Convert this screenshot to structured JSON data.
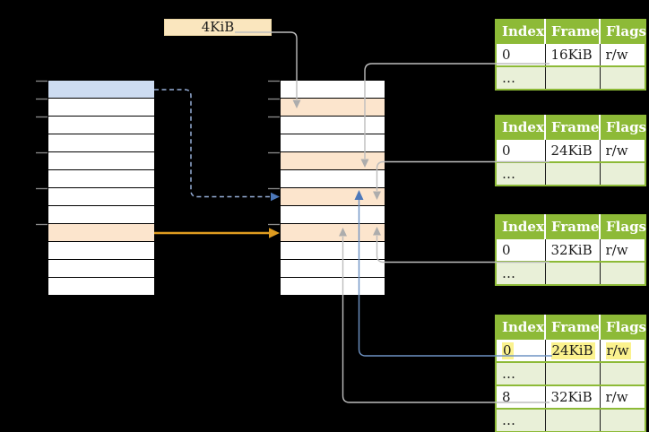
{
  "diagram": {
    "frame_size_label": "4KiB",
    "colors": {
      "background": "#000000",
      "virtual_page_highlight_blue": "#CDDCF1",
      "frame_highlight_orange": "#FCE5CD",
      "label_box_cream": "#FAE6BE",
      "table_header_green": "#8DBA37",
      "table_alt_row_green": "#E9F0D8",
      "selected_entry_yellow": "#FBF28E",
      "mapping_arrow_orange": "#DF9C20",
      "translation_arrow_blue": "#4C78BA",
      "leader_line_gray": "#BDBDBD"
    }
  },
  "page_tables": [
    {
      "headers": [
        "Index",
        "Frame",
        "Flags"
      ],
      "rows": [
        {
          "index": "0",
          "frame": "16KiB",
          "flags": "r/w"
        },
        {
          "index": "…",
          "frame": "",
          "flags": ""
        }
      ]
    },
    {
      "headers": [
        "Index",
        "Frame",
        "Flags"
      ],
      "rows": [
        {
          "index": "0",
          "frame": "24KiB",
          "flags": "r/w"
        },
        {
          "index": "…",
          "frame": "",
          "flags": ""
        }
      ]
    },
    {
      "headers": [
        "Index",
        "Frame",
        "Flags"
      ],
      "rows": [
        {
          "index": "0",
          "frame": "32KiB",
          "flags": "r/w"
        },
        {
          "index": "…",
          "frame": "",
          "flags": ""
        }
      ]
    },
    {
      "headers": [
        "Index",
        "Frame",
        "Flags"
      ],
      "rows": [
        {
          "index": "0",
          "frame": "24KiB",
          "flags": "r/w"
        },
        {
          "index": "…",
          "frame": "",
          "flags": ""
        },
        {
          "index": "8",
          "frame": "32KiB",
          "flags": "r/w"
        },
        {
          "index": "…",
          "frame": "",
          "flags": ""
        }
      ]
    }
  ]
}
